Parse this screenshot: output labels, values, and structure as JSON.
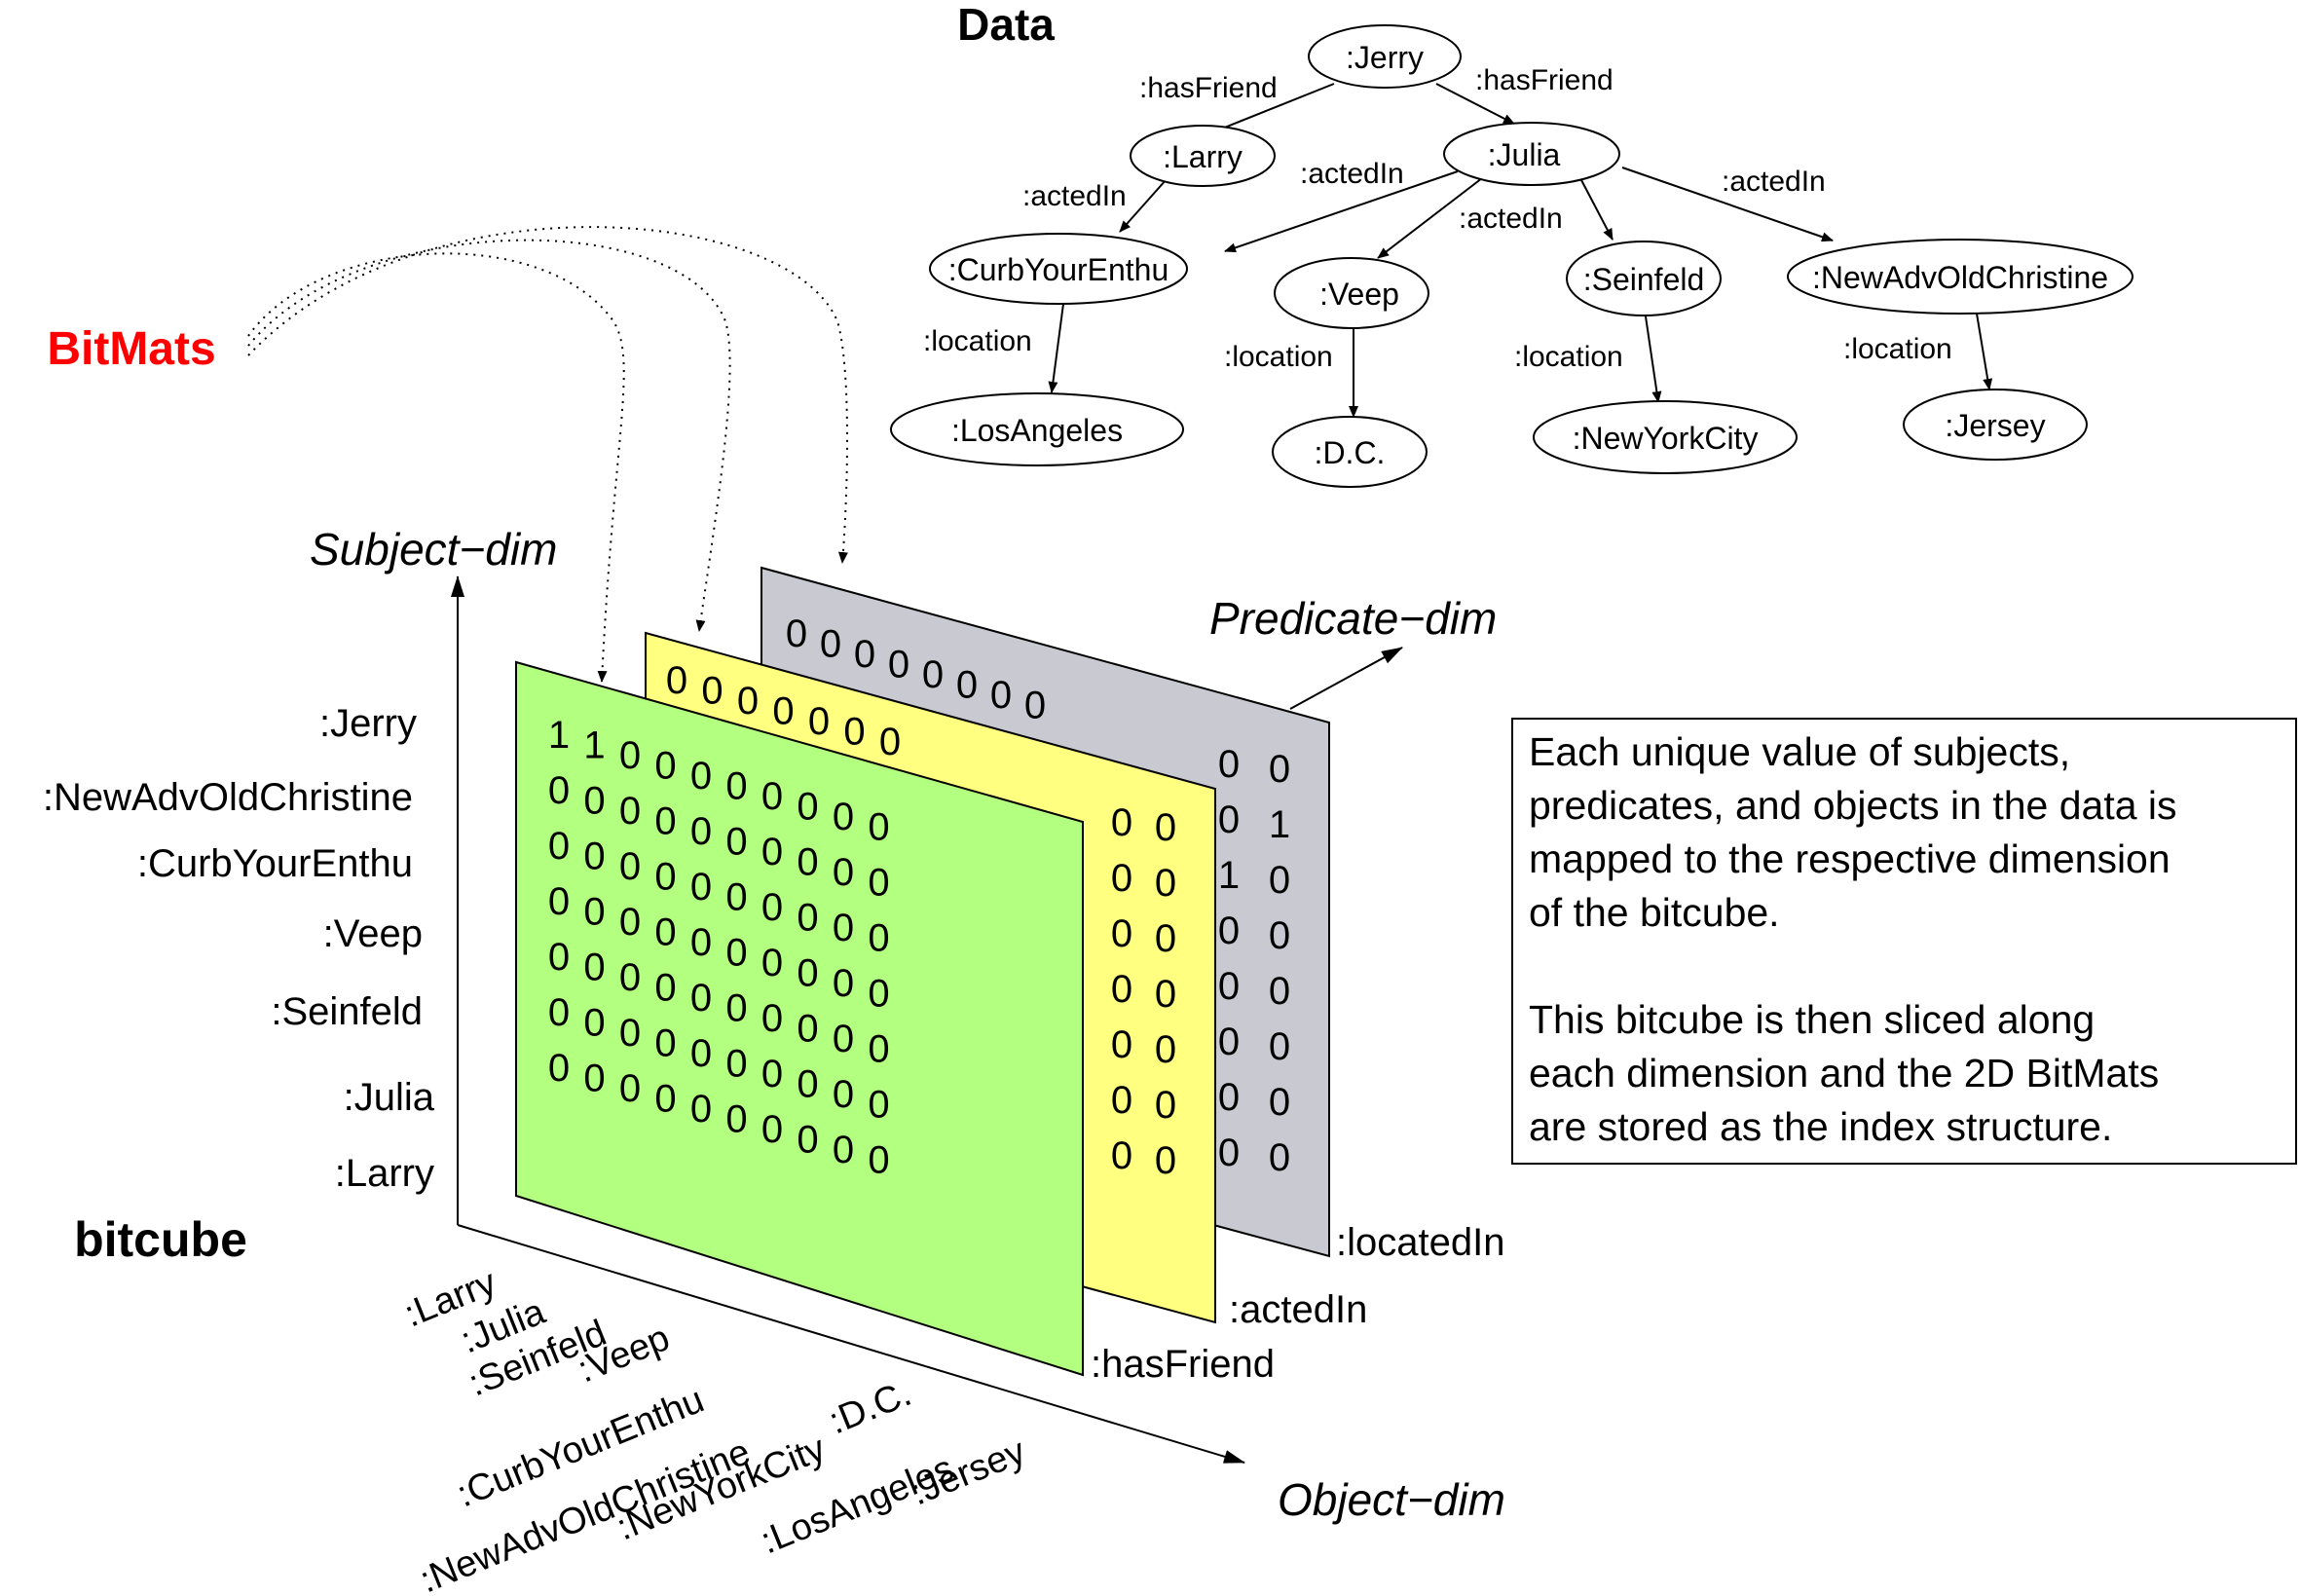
{
  "title_data": "Data",
  "title_bitmats": "BitMats",
  "title_bitcube": "bitcube",
  "colors": {
    "bitmats": "#ff0000",
    "green_slice": "#b3ff80",
    "yellow_slice": "#ffff80",
    "gray_slice": "#c9c9d1",
    "stroke": "#000000"
  },
  "graph": {
    "nodes": [
      {
        "id": "jerry",
        "label": ":Jerry"
      },
      {
        "id": "larry",
        "label": ":Larry"
      },
      {
        "id": "julia",
        "label": ":Julia"
      },
      {
        "id": "curb",
        "label": ":CurbYourEnthu"
      },
      {
        "id": "veep",
        "label": ":Veep"
      },
      {
        "id": "seinfeld",
        "label": ":Seinfeld"
      },
      {
        "id": "newadv",
        "label": ":NewAdvOldChristine"
      },
      {
        "id": "la",
        "label": ":LosAngeles"
      },
      {
        "id": "dc",
        "label": ":D.C."
      },
      {
        "id": "nyc",
        "label": ":NewYorkCity"
      },
      {
        "id": "jersey",
        "label": ":Jersey"
      }
    ],
    "edge_labels": [
      {
        "id": "e1",
        "label": ":hasFriend"
      },
      {
        "id": "e2",
        "label": ":hasFriend"
      },
      {
        "id": "e3",
        "label": ":actedIn"
      },
      {
        "id": "e4",
        "label": ":actedIn"
      },
      {
        "id": "e5",
        "label": ":actedIn"
      },
      {
        "id": "e6",
        "label": ":actedIn"
      },
      {
        "id": "e7",
        "label": ":location"
      },
      {
        "id": "e8",
        "label": ":location"
      },
      {
        "id": "e9",
        "label": ":location"
      },
      {
        "id": "e10",
        "label": ":location"
      }
    ]
  },
  "axes": {
    "subject": "Subject−dim",
    "predicate": "Predicate−dim",
    "object": "Object−dim"
  },
  "subject_labels": [
    ":Jerry",
    ":NewAdvOldChristine",
    ":CurbYourEnthu",
    ":Veep",
    ":Seinfeld",
    ":Julia",
    ":Larry"
  ],
  "object_labels": [
    ":Larry",
    ":Julia",
    ":Seinfeld",
    ":Veep",
    ":CurbYourEnthu",
    ":NewAdvOldChristine",
    ":NewYorkCity",
    ":D.C.",
    ":LosAngeles",
    ":Jersey"
  ],
  "slices": [
    {
      "id": "locatedIn",
      "label": ":locatedIn"
    },
    {
      "id": "actedIn",
      "label": ":actedIn"
    },
    {
      "id": "hasFriend",
      "label": ":hasFriend"
    }
  ],
  "matrix": {
    "green_rows": [
      "1100000000",
      "0000000000",
      "0000000000",
      "0000000000",
      "0000000000",
      "0000000000",
      "0000000000"
    ],
    "yellow_top_row": "0000000",
    "yellow_right_cols": [
      "00",
      "00",
      "00",
      "00",
      "00",
      "00",
      "00"
    ],
    "gray_top_row": "00000000",
    "gray_right_cols": [
      "00",
      "01",
      "10",
      "00",
      "00",
      "00",
      "00",
      "00"
    ]
  },
  "description_box": {
    "para1": [
      "Each unique value of subjects,",
      "predicates, and objects in the data is",
      "mapped to the respective dimension",
      "of the bitcube."
    ],
    "para2": [
      "This bitcube is then sliced along",
      "each dimension and the 2D BitMats",
      "are stored as the index structure."
    ]
  }
}
